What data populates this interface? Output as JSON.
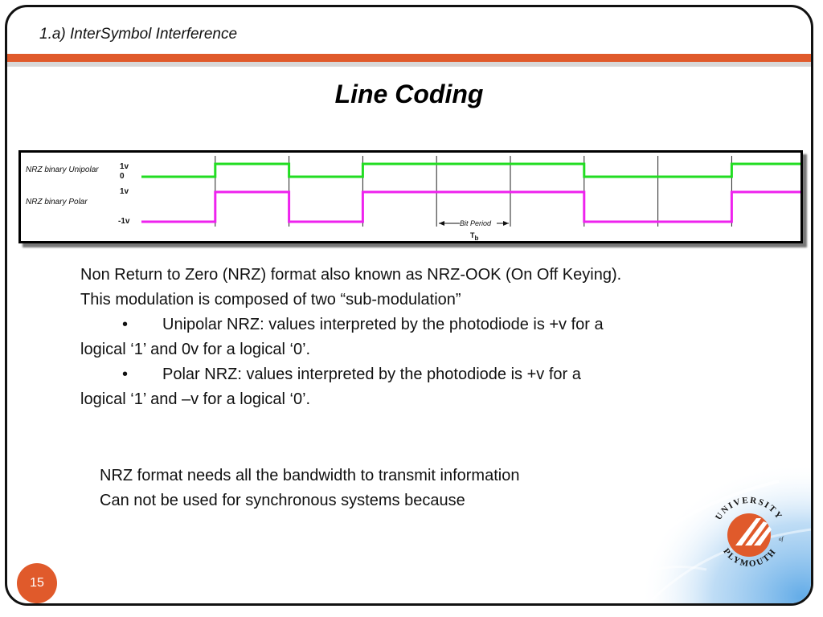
{
  "header": {
    "section_title": "1.a) InterSymbol Interference"
  },
  "slide": {
    "title": "Line Coding",
    "page_number": "15"
  },
  "diagram": {
    "unipolar_label": "NRZ binary Unipolar",
    "polar_label": "NRZ binary Polar",
    "unipolar_high_label": "1v",
    "unipolar_low_label": "0",
    "polar_high_label": "1v",
    "polar_low_label": "-1v",
    "bit_period_label": "Bit Period",
    "tb_label": "T",
    "tb_sub": "b",
    "bits": [
      0,
      1,
      0,
      1,
      1,
      1,
      0,
      0,
      1
    ],
    "colors": {
      "unipolar": "#22dd22",
      "polar": "#ee22ee"
    }
  },
  "content": {
    "intro_line1": "Non Return to Zero (NRZ) format also known as NRZ-OOK (On Off Keying).",
    "intro_line2": "This modulation is composed of two “sub-modulation”",
    "bullets": [
      {
        "line1": "Unipolar NRZ: values interpreted by the photodiode is +v for a",
        "line2": "logical ‘1’ and 0v for a logical ‘0’."
      },
      {
        "line1": "Polar NRZ: values interpreted by the photodiode is +v for a",
        "line2": "logical ‘1’ and –v for a logical ‘0’."
      }
    ],
    "notes": [
      "NRZ format needs all the bandwidth to transmit information",
      "Can not be used for synchronous systems because"
    ]
  },
  "logo": {
    "text_top": "UNIVERSITY",
    "text_of": "of",
    "text_bottom": "PLYMOUTH",
    "watermark": "UNIVERSITY"
  },
  "colors": {
    "accent": "#e05a2b",
    "divider": "#d8d8d8"
  }
}
